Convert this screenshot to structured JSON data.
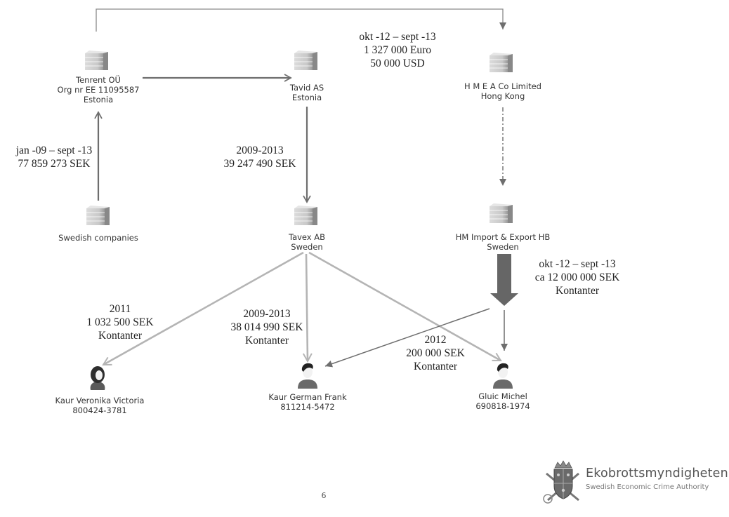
{
  "nodes": {
    "tenrent": {
      "type": "company",
      "lines": [
        "Tenrent OÜ",
        "Org nr EE 11095587",
        "Estonia"
      ]
    },
    "tavid": {
      "type": "company",
      "lines": [
        "Tavid AS",
        "Estonia"
      ]
    },
    "hmea": {
      "type": "company",
      "lines": [
        "H M E A Co Limited",
        "Hong Kong"
      ]
    },
    "swedish_companies": {
      "type": "company",
      "lines": [
        "Swedish companies"
      ]
    },
    "tavex": {
      "type": "company",
      "lines": [
        "Tavex AB",
        "Sweden"
      ]
    },
    "hm_import": {
      "type": "company",
      "lines": [
        "HM Import & Export HB",
        "Sweden"
      ]
    },
    "veronika": {
      "type": "person-female",
      "lines": [
        "Kaur Veronika Victoria",
        "800424-3781"
      ]
    },
    "german": {
      "type": "person-male",
      "lines": [
        "Kaur German Frank",
        "811214-5472"
      ]
    },
    "gluic": {
      "type": "person-male",
      "lines": [
        "Gluic Michel",
        "690818-1974"
      ]
    }
  },
  "flows": {
    "tenrent_to_hmea": {
      "lines": [
        "okt -12 – sept -13",
        "1 327 000 Euro",
        "50 000 USD"
      ]
    },
    "swedish_to_tenrent": {
      "lines": [
        "jan -09 – sept -13",
        "77 859 273 SEK"
      ]
    },
    "tavid_to_tavex": {
      "lines": [
        "2009-2013",
        "39 247 490 SEK"
      ]
    },
    "hm_to_gluic": {
      "lines": [
        "okt -12 – sept -13",
        "ca 12 000 000 SEK",
        "Kontanter"
      ]
    },
    "tavex_to_veronika": {
      "lines": [
        "2011",
        "1 032 500 SEK",
        "Kontanter"
      ]
    },
    "tavex_to_german": {
      "lines": [
        "2009-2013",
        "38 014 990 SEK",
        "Kontanter"
      ]
    },
    "hm_to_german": {
      "lines": [
        "2012",
        "200 000 SEK",
        "Kontanter"
      ]
    }
  },
  "page_number": "6",
  "logo": {
    "title": "Ekobrottsmyndigheten",
    "subtitle": "Swedish Economic Crime Authority",
    "icon": "coat-of-arms-icon"
  },
  "colors": {
    "dark_arrow": "#6e6e6e",
    "light_arrow": "#b4b4b4",
    "thick_arrow": "#666666"
  }
}
